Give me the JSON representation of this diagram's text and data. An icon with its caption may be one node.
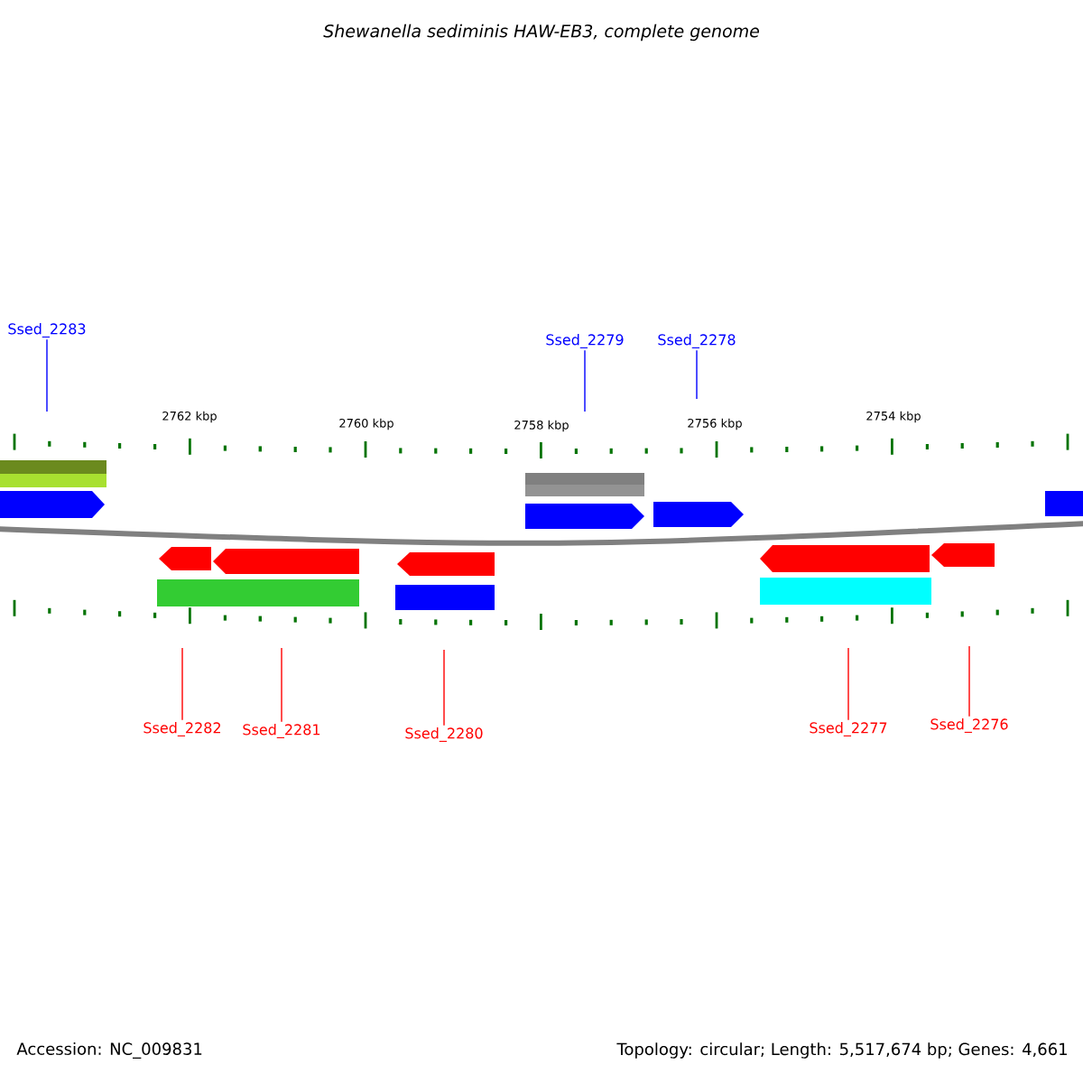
{
  "diagram": {
    "title": "*Shewanella sediminis* HAW-EB3, complete genome",
    "nodes": [
      {
        "text": [
          "Ssed_2283"
        ]
      },
      {
        "text": [
          "Ssed_2279"
        ]
      },
      {
        "text": [
          "Ssed_2278"
        ]
      },
      {
        "text": [
          "Ssed_2282"
        ]
      },
      {
        "text": [
          "Ssed_2281"
        ]
      },
      {
        "text": [
          "Ssed_2280"
        ]
      },
      {
        "text": [
          "Ssed_2277"
        ]
      },
      {
        "text": [
          "Ssed_2276"
        ]
      }
    ],
    "edges": [
      {
        "from": 0,
        "to": null,
        "arrow": "none",
        "color": "#0000ff"
      },
      {
        "from": 1,
        "to": null,
        "arrow": "none",
        "color": "#0000ff"
      },
      {
        "from": 2,
        "to": null,
        "arrow": "none",
        "color": "#0000ff"
      },
      {
        "from": 3,
        "to": null,
        "arrow": "none"
      },
      {
        "from": 4,
        "to": null,
        "arrow": "none"
      },
      {
        "from": 5,
        "to": null,
        "arrow": "none"
      },
      {
        "from": 6,
        "to": null,
        "arrow": "none"
      },
      {
        "from": 7,
        "to": null,
        "arrow": "none"
      }
    ],
    "labels": [
      "2762 kbp",
      "2760 kbp",
      "2758 kbp",
      "2756 kbp",
      "2754 kbp",
      "Accession: NC_009831",
      "Topology: circular; Length: 5,517,674 bp; Genes: 4,661"
    ]
  }
}
